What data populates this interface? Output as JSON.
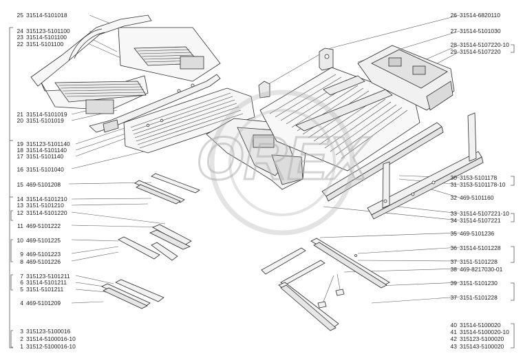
{
  "callouts_left": [
    {
      "num": "25",
      "code": "31514-5101018"
    },
    {
      "num": "24",
      "code": "315123-5101100"
    },
    {
      "num": "23",
      "code": "31514-5101100"
    },
    {
      "num": "22",
      "code": "3151-5101100"
    },
    {
      "num": "21",
      "code": "31514-5101019"
    },
    {
      "num": "20",
      "code": "3151-5101019"
    },
    {
      "num": "19",
      "code": "315123-5101140"
    },
    {
      "num": "18",
      "code": "31514-5101140"
    },
    {
      "num": "17",
      "code": "3151-5101140"
    },
    {
      "num": "16",
      "code": "3151-5101040"
    },
    {
      "num": "15",
      "code": "469-5101208"
    },
    {
      "num": "14",
      "code": "31514-5101210"
    },
    {
      "num": "13",
      "code": "3151-5101210"
    },
    {
      "num": "12",
      "code": "31514-5101220"
    },
    {
      "num": "11",
      "code": "469-5101222"
    },
    {
      "num": "10",
      "code": "469-5101225"
    },
    {
      "num": "9",
      "code": "469-5101223"
    },
    {
      "num": "8",
      "code": "469-5101226"
    },
    {
      "num": "7",
      "code": "315123-5101211"
    },
    {
      "num": "6",
      "code": "31514-5101211"
    },
    {
      "num": "5",
      "code": "3151-5101211"
    },
    {
      "num": "4",
      "code": "469-5101209"
    },
    {
      "num": "3",
      "code": "315123-5100016"
    },
    {
      "num": "2",
      "code": "31514-5100016-10"
    },
    {
      "num": "1",
      "code": "31512-5100016-10"
    }
  ],
  "callouts_right": [
    {
      "num": "26",
      "code": "31514-6820110"
    },
    {
      "num": "27",
      "code": "31514-5101030"
    },
    {
      "num": "28",
      "code": "31514-5107220-10"
    },
    {
      "num": "29",
      "code": "31514-5107220"
    },
    {
      "num": "30",
      "code": "3153-5101178"
    },
    {
      "num": "31",
      "code": "3153-5101178-10"
    },
    {
      "num": "32",
      "code": "469-5101160"
    },
    {
      "num": "33",
      "code": "31514-5107221-10"
    },
    {
      "num": "34",
      "code": "31514-5107221"
    },
    {
      "num": "35",
      "code": "469-5101236"
    },
    {
      "num": "36",
      "code": "31514-5101228"
    },
    {
      "num": "37",
      "code": "3151-5101228"
    },
    {
      "num": "38",
      "code": "469-8217030-01"
    },
    {
      "num": "39",
      "code": "3151-5101230"
    },
    {
      "num": "37",
      "code": "3151-5101228"
    },
    {
      "num": "40",
      "code": "31514-5100020"
    },
    {
      "num": "41",
      "code": "31514-5100020-10"
    },
    {
      "num": "42",
      "code": "315123-5100020"
    },
    {
      "num": "43",
      "code": "315143-5100020"
    }
  ],
  "watermark": {
    "text": "OREX",
    "color": "#b0b0b0"
  },
  "colors": {
    "line": "#2a2a2a",
    "text": "#1a1a1a",
    "part_fill": "#f4f4f4",
    "rib": "#3a3a3a"
  }
}
